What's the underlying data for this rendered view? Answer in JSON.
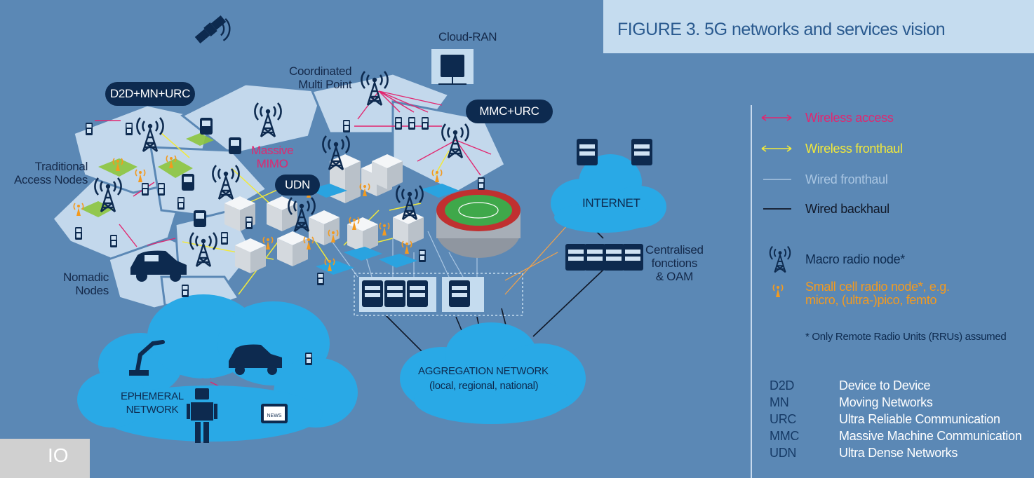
{
  "title": "FIGURE 3. 5G networks and services vision",
  "diagram_labels": {
    "cloud_ran": "Cloud-RAN",
    "coordinated": "Coordinated\nMulti Point",
    "d2d": "D2D+MN+URC",
    "mmc": "MMC+URC",
    "traditional": "Traditional\nAccess Nodes",
    "massive_mimo": "Massive\nMIMO",
    "udn": "UDN",
    "internet": "INTERNET",
    "centralised": "Centralised\nfonctions\n& OAM",
    "nomadic": "Nomadic\nNodes",
    "aggregation": "AGGREGATION NETWORK",
    "aggregation_sub": "(local, regional, national)",
    "ephemeral": "EPHEMERAL\nNETWORK",
    "news": "NEWS",
    "corner": "IO"
  },
  "legend": {
    "wireless_access": "Wireless access",
    "wireless_fronthaul": "Wireless fronthaul",
    "wired_fronthaul": "Wired fronthaul",
    "wired_backhaul": "Wired backhaul",
    "macro": "Macro radio node*",
    "small_cell": "Small cell radio node*, e.g.\nmicro, (ultra-)pico, femto",
    "footnote": "* Only Remote Radio Units (RRUs) assumed"
  },
  "abbreviations": [
    {
      "abbr": "D2D",
      "def": "Device to Device"
    },
    {
      "abbr": "MN",
      "def": "Moving Networks"
    },
    {
      "abbr": "URC",
      "def": "Ultra Reliable Communication"
    },
    {
      "abbr": "MMC",
      "def": "Massive Machine Communication"
    },
    {
      "abbr": "UDN",
      "def": "Ultra Dense Networks"
    }
  ],
  "colors": {
    "background": "#5b88b5",
    "wireless_access": "#e2266f",
    "wireless_fronthaul": "#f2e93a",
    "wired_fronthaul": "#aac6e2",
    "wired_backhaul": "#101828",
    "small_cell": "#f39a1f",
    "cloud": "#29a9e6",
    "navy": "#0d2a4f"
  }
}
